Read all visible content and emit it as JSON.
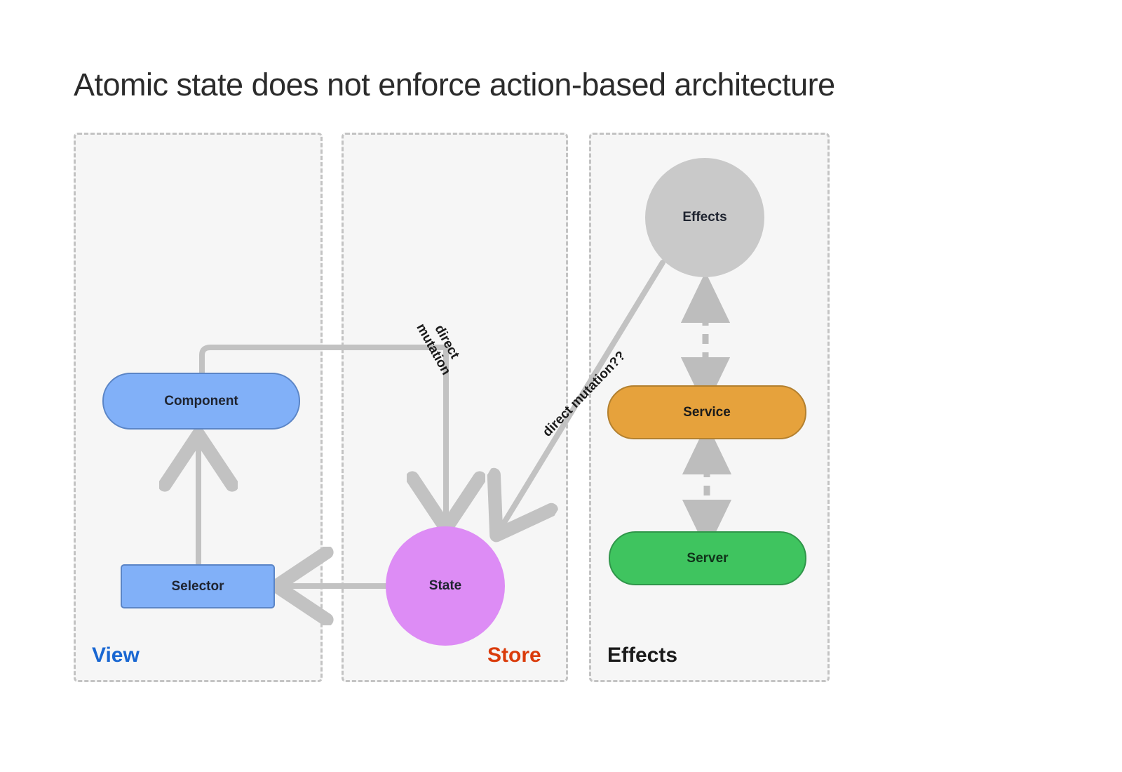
{
  "title": "Atomic state does not enforce action-based architecture",
  "colors": {
    "background": "#ffffff",
    "panel_fill": "#f6f6f6",
    "panel_border": "#c3c3c3",
    "connector": "#c2c2c2",
    "view_label": "#1967d2",
    "store_label": "#da3b0b",
    "effects_label": "#1a1a1a",
    "component": "#81b0f8",
    "selector": "#81b0f8",
    "state": "#dd8cf5",
    "effects_circle": "#c9c9c9",
    "service": "#e6a23c",
    "server": "#3fc45f"
  },
  "panels": [
    {
      "key": "view",
      "label": "View"
    },
    {
      "key": "store",
      "label": "Store"
    },
    {
      "key": "effects",
      "label": "Effects"
    }
  ],
  "nodes": {
    "component": "Component",
    "selector": "Selector",
    "state": "State",
    "effects": "Effects",
    "service": "Service",
    "server": "Server"
  },
  "edge_labels": {
    "direct_mutation": "direct\nmutation",
    "direct_mutation_line1": "direct",
    "direct_mutation_line2": "mutation",
    "direct_mutation_question": "direct mutation??"
  },
  "edges": [
    {
      "from": "Selector",
      "to": "Component",
      "style": "solid",
      "arrow": "single",
      "label": ""
    },
    {
      "from": "Component",
      "to": "State",
      "style": "solid",
      "arrow": "single",
      "label": "direct mutation"
    },
    {
      "from": "State",
      "to": "Selector",
      "style": "solid",
      "arrow": "single",
      "label": ""
    },
    {
      "from": "Effects",
      "to": "State",
      "style": "solid",
      "arrow": "single",
      "label": "direct mutation??"
    },
    {
      "from": "Effects",
      "to": "Service",
      "style": "dashed",
      "arrow": "double",
      "label": ""
    },
    {
      "from": "Service",
      "to": "Server",
      "style": "dashed",
      "arrow": "double",
      "label": ""
    }
  ]
}
